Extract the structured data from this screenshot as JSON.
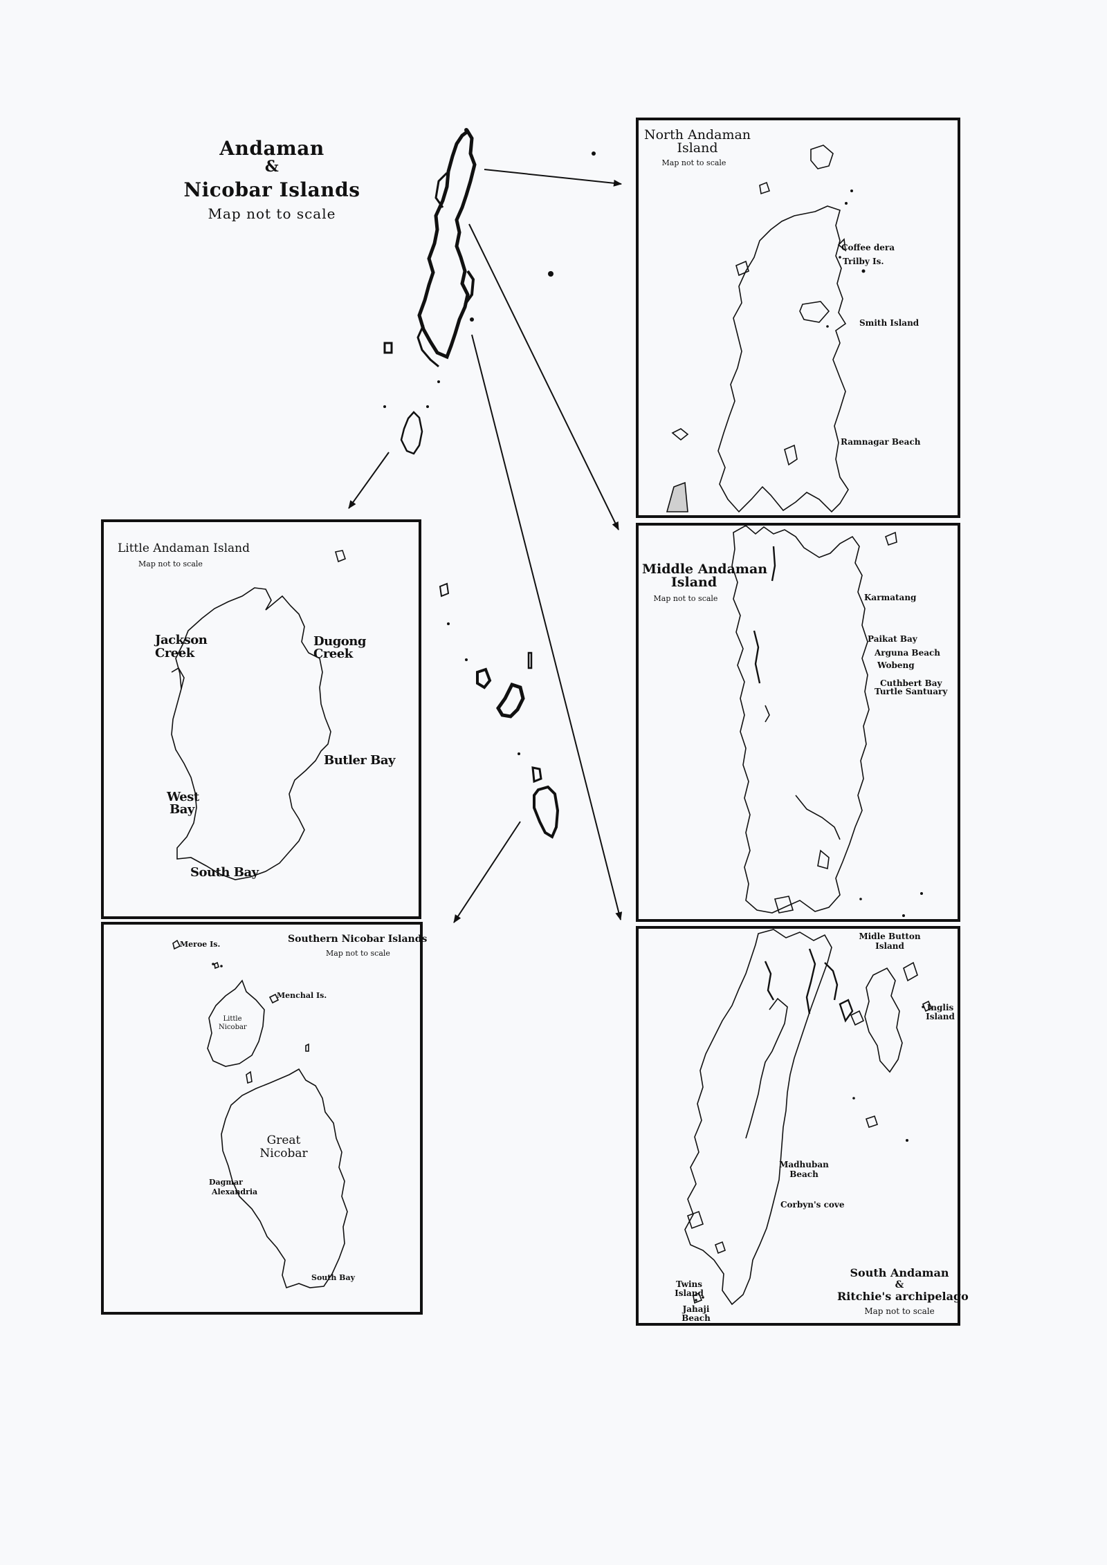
{
  "main": {
    "title_line1": "Andaman",
    "title_amp": "&",
    "title_line2": "Nicobar Islands",
    "subtitle": "Map not to scale"
  },
  "north_andaman": {
    "title_line1": "North Andaman",
    "title_line2": "Island",
    "subtitle": "Map not to scale",
    "labels": [
      "Coffee dera",
      "Trilby Is.",
      "Smith Island",
      "Ramnagar Beach"
    ]
  },
  "middle_andaman": {
    "title_line1": "Middle Andaman",
    "title_line2": "Island",
    "subtitle": "Map not to scale",
    "labels": [
      "Karmatang",
      "Paikat Bay",
      "Arguna Beach",
      "Wobeng",
      "Cuthbert Bay",
      "Turtle Santuary"
    ]
  },
  "little_andaman": {
    "title": "Little Andaman Island",
    "subtitle": "Map not to scale",
    "labels": [
      "Jackson",
      "Creek",
      "Dugong",
      "Creek",
      "Butler Bay",
      "West",
      "Bay",
      "South Bay"
    ]
  },
  "southern_nicobar": {
    "title": "Southern Nicobar Islands",
    "subtitle": "Map not to scale",
    "labels": [
      "Meroe Is.",
      "Menchal Is.",
      "Little",
      "Nicobar",
      "Great",
      "Nicobar",
      "Dagmar",
      "Alexandria",
      "South Bay"
    ]
  },
  "south_andaman": {
    "title_line1": "South Andaman",
    "title_amp": "&",
    "title_line2": "Ritchie's archipelago",
    "subtitle": "Map not to scale",
    "labels": [
      "Midle Button",
      "Island",
      "Inglis",
      "Island",
      "Madhuban",
      "Beach",
      "Corbyn's cove",
      "Twins",
      "Island",
      "Jahaji",
      "Beach"
    ]
  },
  "colors": {
    "ink": "#111111",
    "background": "#f8f9fb"
  }
}
